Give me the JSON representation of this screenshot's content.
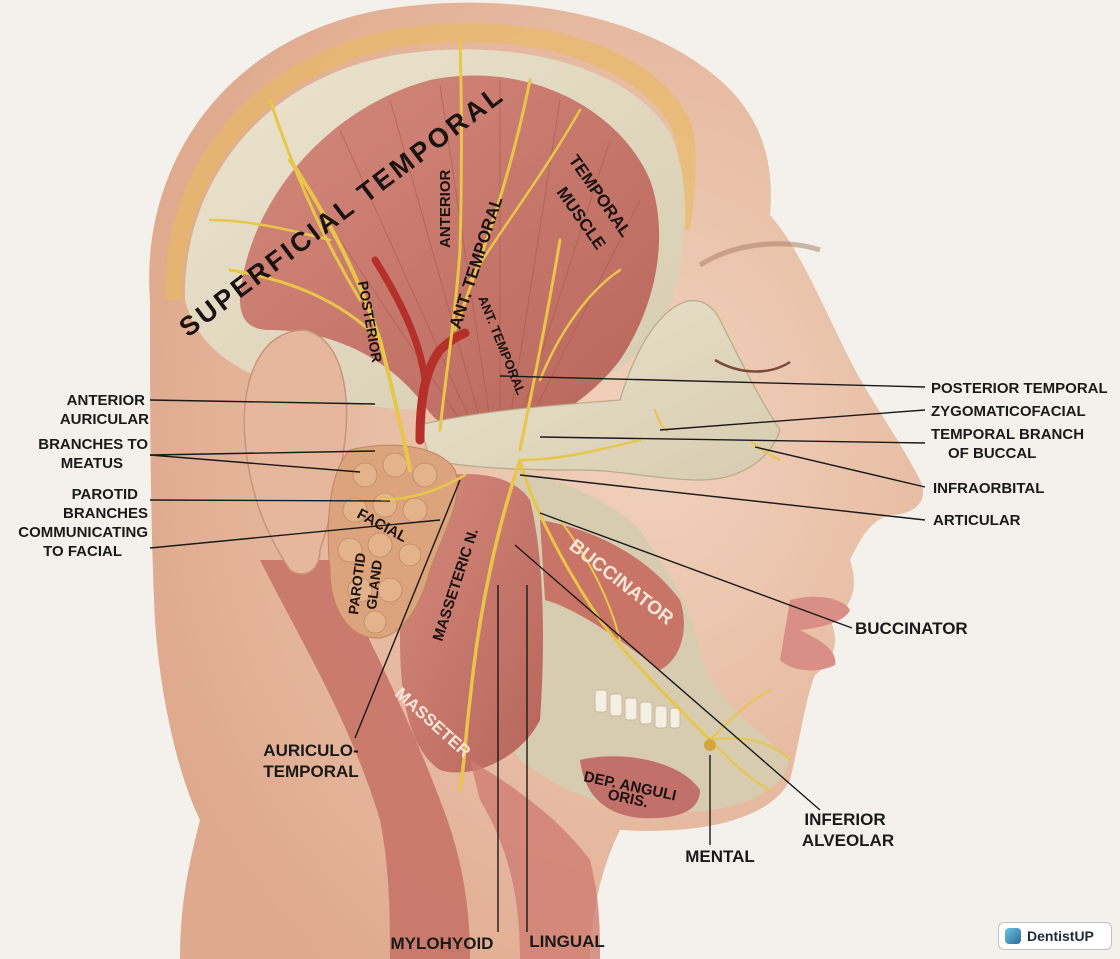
{
  "labels": {
    "superficial_temporal": "SUPERFICIAL TEMPORAL",
    "anterior": "ANTERIOR",
    "ant_temporal_main": "ANT. TEMPORAL",
    "ant_temporal_small": "ANT. TEMPORAL",
    "temporal_muscle_1": "TEMPORAL",
    "temporal_muscle_2": "MUSCLE",
    "posterior": "POSTERIOR",
    "facial": "FACIAL",
    "parotid_gland_1": "PAROTID",
    "parotid_gland_2": "GLAND",
    "masseteric_n": "MASSETERIC N.",
    "buccinator_muscle": "BUCCINATOR",
    "masseter": "MASSETER",
    "dep_anguli_1": "DEP. ANGULI",
    "dep_anguli_2": "ORIS.",
    "anterior_auricular_1": "ANTERIOR",
    "anterior_auricular_2": "AURICULAR",
    "branches_to_meatus_1": "BRANCHES TO",
    "branches_to_meatus_2": "MEATUS",
    "parotid_branches_1": "PAROTID",
    "parotid_branches_2": "BRANCHES",
    "communicating_1": "COMMUNICATING",
    "communicating_2": "TO FACIAL",
    "posterior_temporal": "POSTERIOR TEMPORAL",
    "zygomaticofacial": "ZYGOMATICOFACIAL",
    "temporal_branch_1": "TEMPORAL BRANCH",
    "temporal_branch_2": "OF BUCCAL",
    "infraorbital": "INFRAORBITAL",
    "articular": "ARTICULAR",
    "buccinator_nerve": "BUCCINATOR",
    "auriculo_temporal_1": "AURICULO-",
    "auriculo_temporal_2": "TEMPORAL",
    "inferior_alveolar_1": "INFERIOR",
    "inferior_alveolar_2": "ALVEOLAR",
    "mental": "MENTAL",
    "mylohyoid": "MYLOHYOID",
    "lingual": "LINGUAL"
  },
  "watermark": {
    "text": "DentistUP"
  },
  "colors": {
    "background": "#f4f1ec",
    "skin": "#eec9b2",
    "muscle": "#c87467",
    "bone": "#e5dcc4",
    "nerve": "#e7c64a",
    "artery": "#b5302a",
    "gland": "#dba47c"
  }
}
